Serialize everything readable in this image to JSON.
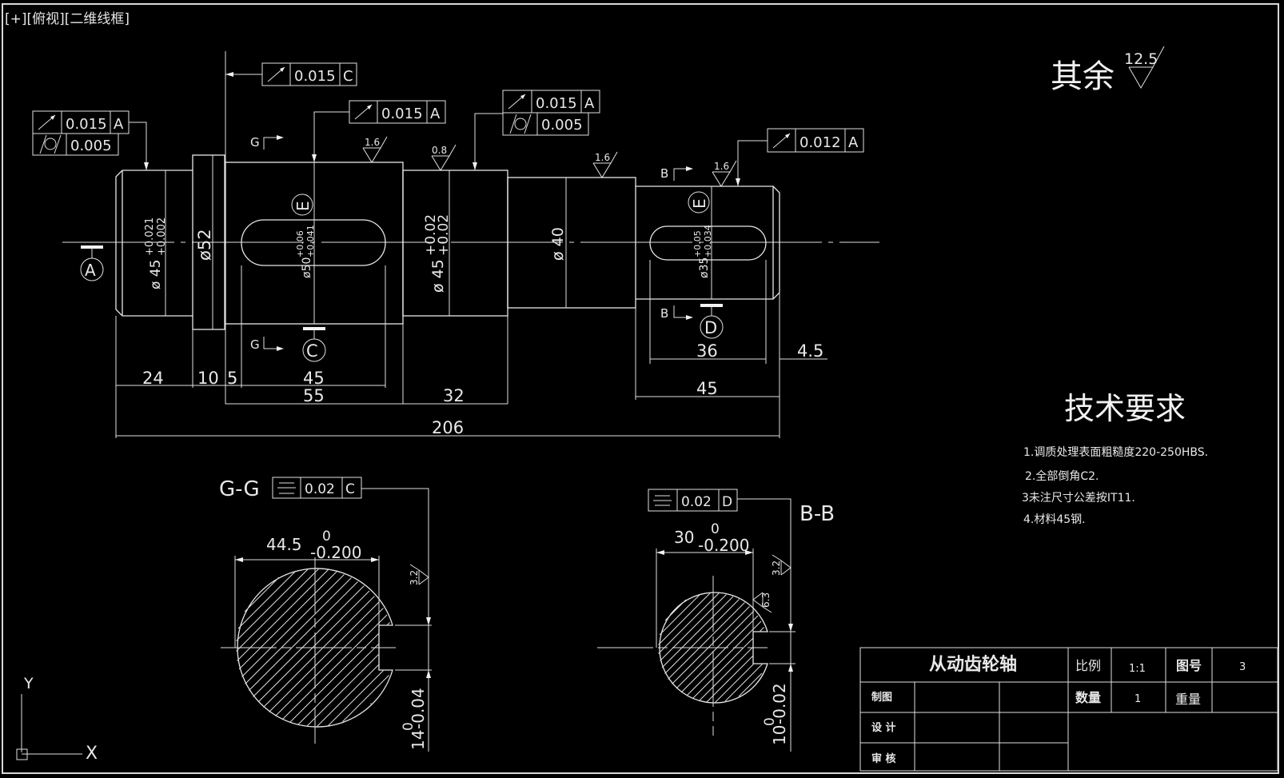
{
  "viewport": {
    "view_label": "[+][俯视][二维线框]"
  },
  "general_roughness": {
    "label": "其余",
    "value": "12.5"
  },
  "main_view": {
    "fcf": [
      {
        "id": "fcf-top",
        "symbol": "circular-runout",
        "tolerance": "0.015",
        "datum": "C"
      },
      {
        "id": "fcf-left-runout",
        "symbol": "circular-runout",
        "tolerance": "0.015",
        "datum": "A"
      },
      {
        "id": "fcf-left-cyl",
        "symbol": "cylindricity",
        "tolerance": "0.005",
        "datum": ""
      },
      {
        "id": "fcf-mid",
        "symbol": "circular-runout",
        "tolerance": "0.015",
        "datum": "A"
      },
      {
        "id": "fcf-mid2-runout",
        "symbol": "circular-runout",
        "tolerance": "0.015",
        "datum": "A"
      },
      {
        "id": "fcf-mid2-cyl",
        "symbol": "cylindricity",
        "tolerance": "0.005",
        "datum": ""
      },
      {
        "id": "fcf-right",
        "symbol": "circular-runout",
        "tolerance": "0.012",
        "datum": "A"
      }
    ],
    "roughness": [
      "1.6",
      "0.8",
      "1.6",
      "1.6"
    ],
    "section_marks": {
      "g_top": "G",
      "g_bottom": "G",
      "b_top": "B",
      "b_bottom": "B"
    },
    "datums": {
      "a": "A",
      "c": "C",
      "d": "D",
      "e1": "E",
      "e2": "E"
    },
    "diameters": {
      "d45_left": {
        "base": "ø 45",
        "upper": "+0.021",
        "lower": "+0.002"
      },
      "d52": {
        "base": "ø52"
      },
      "d50": {
        "base": "ø50",
        "upper": "+0.06",
        "lower": "+0.041"
      },
      "d45_mid": {
        "base": "ø 45",
        "upper": "+0.02",
        "lower": "+0.02"
      },
      "d40": {
        "base": "ø 40"
      },
      "d35": {
        "base": "ø35",
        "upper": "+0.05",
        "lower": "+0.034"
      }
    },
    "lengths": {
      "l24": "24",
      "l10": "10",
      "l5": "5",
      "l45": "45",
      "l55": "55",
      "l32": "32",
      "l36": "36",
      "l4_5": "4.5",
      "l45r": "45",
      "l206": "206"
    }
  },
  "section_gg": {
    "title": "G-G",
    "fcf": {
      "symbol": "symmetry",
      "tolerance": "0.02",
      "datum": "C"
    },
    "width_dim": {
      "base": "44.5",
      "upper": "0",
      "lower": "-0.200"
    },
    "key_dim": {
      "base": "14",
      "upper": "0",
      "lower": "-0.04"
    },
    "roughness": "3.2"
  },
  "section_bb": {
    "title": "B-B",
    "fcf": {
      "symbol": "symmetry",
      "tolerance": "0.02",
      "datum": "D"
    },
    "width_dim": {
      "base": "30",
      "upper": "0",
      "lower": "-0.200"
    },
    "key_dim": {
      "base": "10",
      "upper": "0",
      "lower": "-0.02"
    },
    "roughness_side": "3.2",
    "roughness_bottom": "6.3"
  },
  "tech_requirements": {
    "title": "技术要求",
    "items": [
      "1.调质处理表面粗糙度220-250HBS.",
      "2.全部倒角C2.",
      "3未注尺寸公差按IT11.",
      "4.材料45钢."
    ]
  },
  "title_block": {
    "part_name": "从动齿轮轴",
    "scale_label": "比例",
    "scale_value": "1:1",
    "drawing_no_label": "图号",
    "drawing_no_value": "3",
    "quantity_label": "数量",
    "quantity_value": "1",
    "weight_label": "重量",
    "weight_value": "",
    "rows": [
      "制图",
      "设 计",
      "审 核"
    ]
  },
  "ucs": {
    "x_label": "X",
    "y_label": "Y"
  }
}
